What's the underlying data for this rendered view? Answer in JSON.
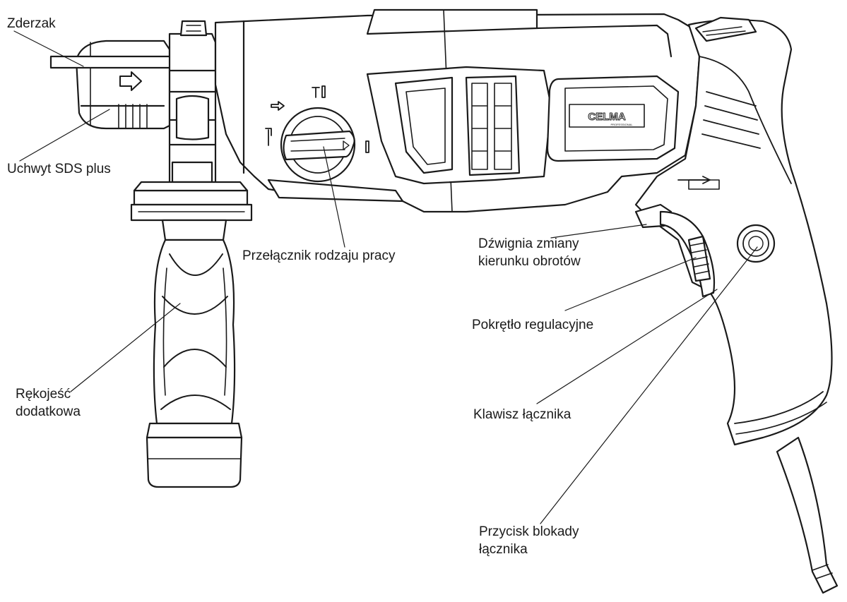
{
  "brand": {
    "name": "CELMA",
    "sub": "PROFESSIONAL"
  },
  "labels": [
    {
      "id": "zderzak",
      "lines": [
        "Zderzak"
      ]
    },
    {
      "id": "uchwyt",
      "lines": [
        "Uchwyt SDS plus"
      ]
    },
    {
      "id": "przelacznik",
      "lines": [
        "Przełącznik rodzaju pracy"
      ]
    },
    {
      "id": "dzwignia",
      "lines": [
        "Dźwignia zmiany",
        "kierunku obrotów"
      ]
    },
    {
      "id": "pokretlo",
      "lines": [
        "Pokrętło regulacyjne"
      ]
    },
    {
      "id": "rekojesc",
      "lines": [
        "Rękojeść",
        "dodatkowa"
      ]
    },
    {
      "id": "klawisz",
      "lines": [
        "Klawisz łącznika"
      ]
    },
    {
      "id": "przycisk",
      "lines": [
        "Przycisk blokady",
        "łącznika"
      ]
    }
  ]
}
